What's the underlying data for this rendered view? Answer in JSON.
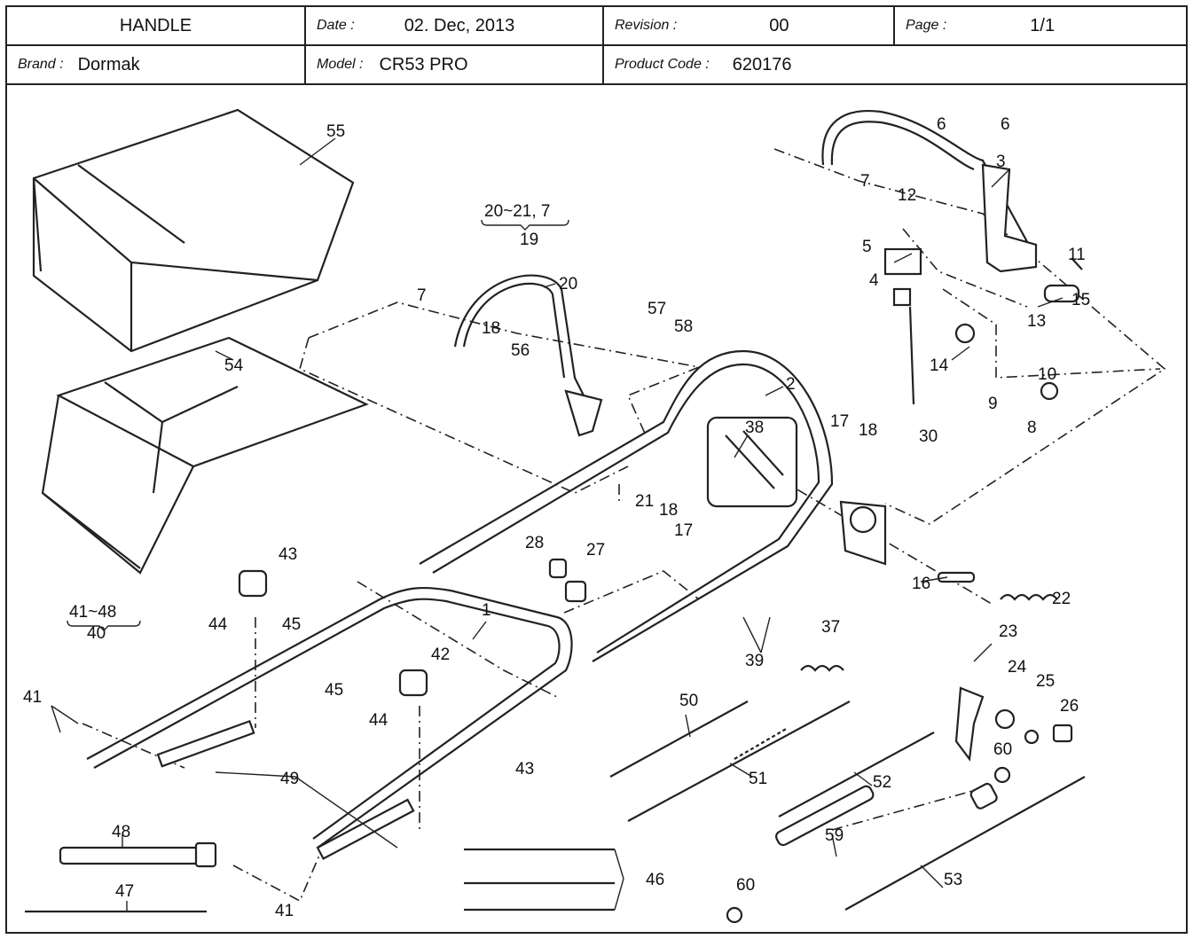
{
  "header": {
    "title": "HANDLE",
    "date_label": "Date :",
    "date_value": "02. Dec, 2013",
    "revision_label": "Revision :",
    "revision_value": "00",
    "page_label": "Page :",
    "page_value": "1/1",
    "brand_label": "Brand :",
    "brand_value": "Dormak",
    "model_label": "Model :",
    "model_value": "CR53 PRO",
    "product_code_label": "Product Code :",
    "product_code_value": "620176"
  },
  "callouts": [
    "55",
    "54",
    "20~21, 7",
    "19",
    "20",
    "7",
    "18",
    "56",
    "57",
    "58",
    "2",
    "38",
    "17",
    "18",
    "30",
    "21",
    "18",
    "17",
    "28",
    "27",
    "6",
    "6",
    "7",
    "12",
    "3",
    "5",
    "4",
    "11",
    "15",
    "13",
    "14",
    "10",
    "9",
    "8",
    "16",
    "22",
    "37",
    "39",
    "23",
    "24",
    "25",
    "26",
    "60",
    "50",
    "51",
    "52",
    "59",
    "53",
    "60",
    "1",
    "43",
    "44",
    "45",
    "42",
    "45",
    "44",
    "43",
    "41~48",
    "40",
    "41",
    "49",
    "41",
    "48",
    "47",
    "46"
  ]
}
